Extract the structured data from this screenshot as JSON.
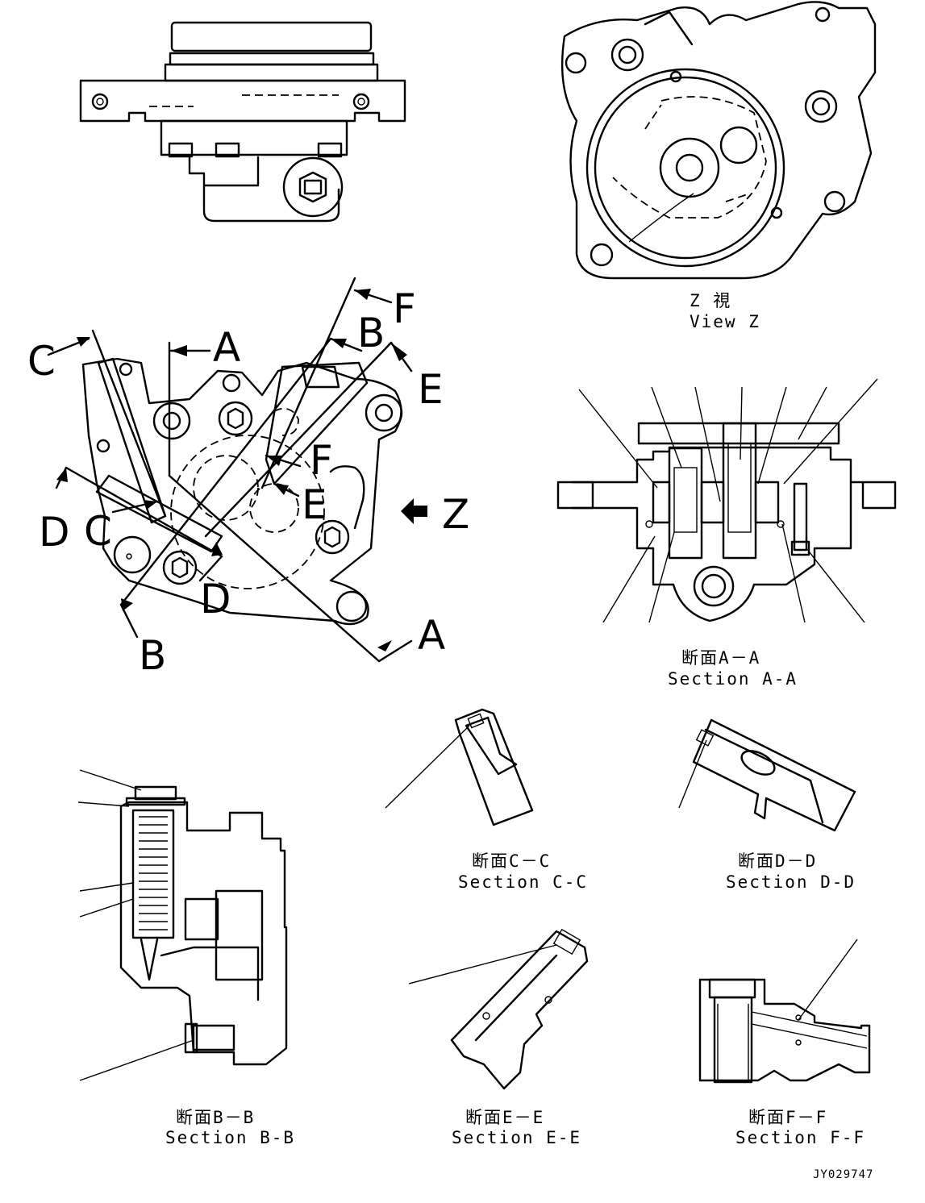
{
  "section_markers": {
    "a_top": "A",
    "a_bottom": "A",
    "b_top": "B",
    "b_bottom": "B",
    "c_top": "C",
    "c_bottom": "C",
    "d_left": "D",
    "d_bottom": "D",
    "e_right": "E",
    "e_inner": "E",
    "f_top": "F",
    "f_inner": "F",
    "z_arrow": "Z"
  },
  "captions": {
    "view_z_jp": "Z 視",
    "view_z_en": "View Z",
    "section_aa_jp": "断面A－A",
    "section_aa_en": "Section A-A",
    "section_bb_jp": "断面B－B",
    "section_bb_en": "Section B-B",
    "section_cc_jp": "断面C－C",
    "section_cc_en": "Section C-C",
    "section_dd_jp": "断面D－D",
    "section_dd_en": "Section D-D",
    "section_ee_jp": "断面E－E",
    "section_ee_en": "Section E-E",
    "section_ff_jp": "断面F－F",
    "section_ff_en": "Section F-F"
  },
  "drawing_code": "JY029747"
}
